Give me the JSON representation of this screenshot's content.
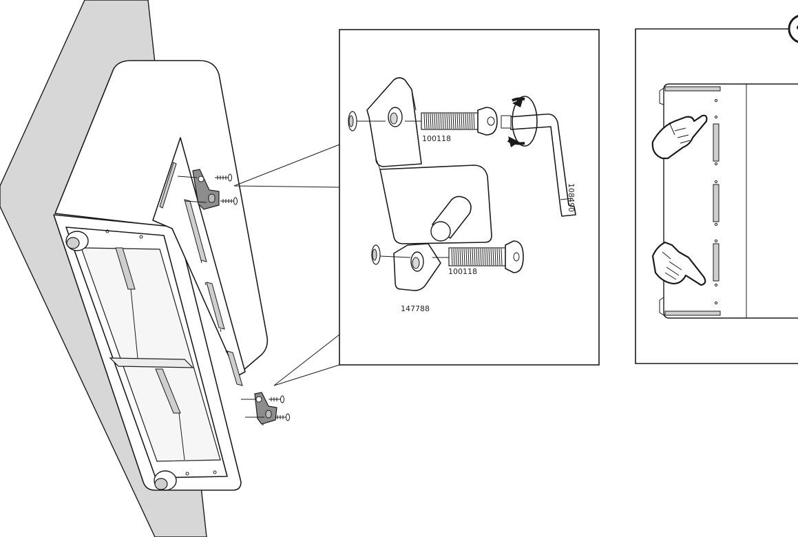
{
  "labels": {
    "bolt_top": "100118",
    "bolt_bottom": "100118",
    "bracket": "147788",
    "allen_key": "108490"
  }
}
